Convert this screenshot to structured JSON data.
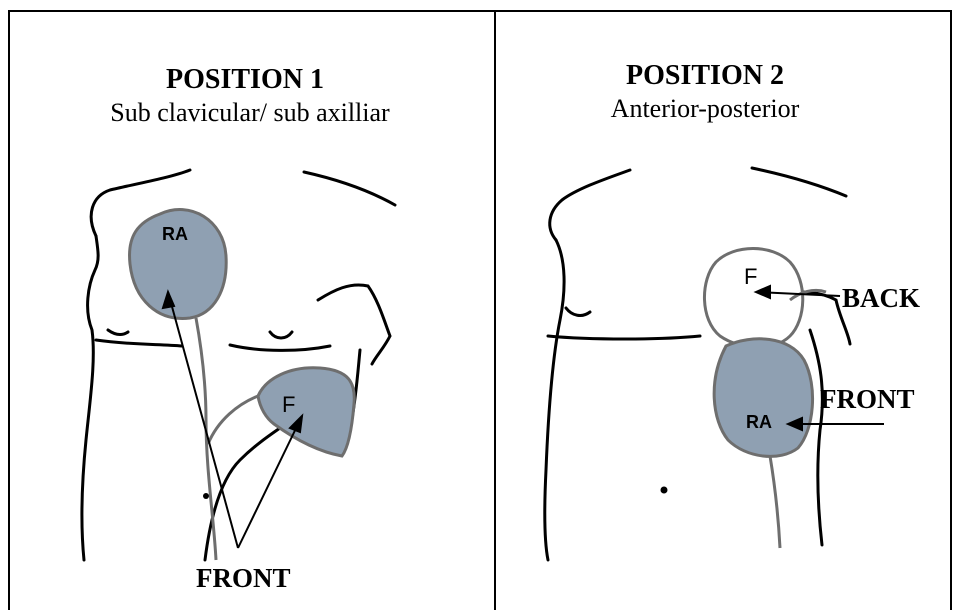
{
  "position1": {
    "title": "POSITION 1",
    "subtitle": "Sub clavicular/ sub axilliar",
    "pad_ra": "RA",
    "pad_f": "F",
    "pointer_label": "FRONT"
  },
  "position2": {
    "title": "POSITION 2",
    "subtitle": "Anterior-posterior",
    "pad_f": "F",
    "pad_ra": "RA",
    "back_label": "BACK",
    "front_label": "FRONT"
  },
  "colors": {
    "pad_fill": "#8fa0b2",
    "pad_outline": "#6e6e6e",
    "line": "#000000"
  }
}
